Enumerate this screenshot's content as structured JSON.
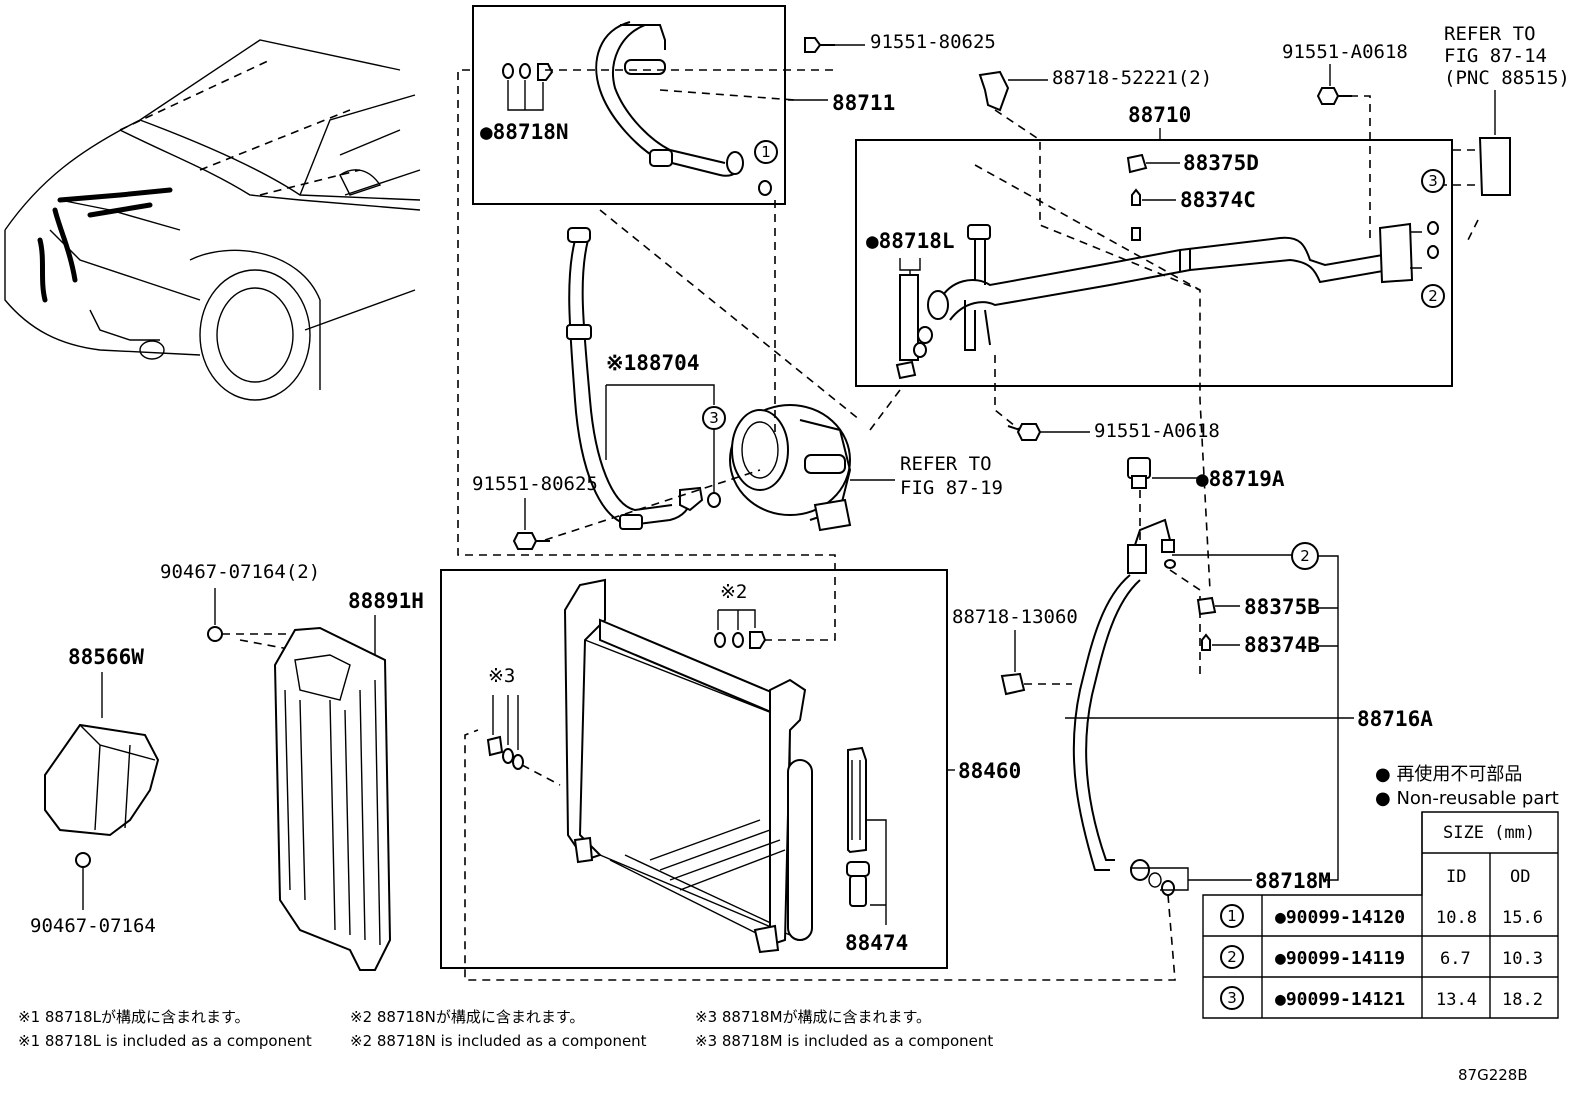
{
  "labels": {
    "p91551_80625_top": "91551-80625",
    "p88711": "88711",
    "p88718N": "88718N",
    "p88718_52221": "88718-52221(2)",
    "p91551_A0618_top": "91551-A0618",
    "refer_to_top_1": "REFER TO",
    "refer_to_top_2": "FIG 87-14",
    "refer_to_top_3": "(PNC 88515)",
    "p88710": "88710",
    "p88375D": "88375D",
    "p88374C": "88374C",
    "p88718L": "88718L",
    "p88704_mark": "※1",
    "p88704": "88704",
    "p91551_80625_mid": "91551-80625",
    "refer_to_mid_1": "REFER TO",
    "refer_to_mid_2": "FIG 87-19",
    "p91551_A0618_mid": "91551-A0618",
    "p88719A": "88719A",
    "p90467_07164_2": "90467-07164(2)",
    "p88891H": "88891H",
    "p88566W": "88566W",
    "p90467_07164": "90467-07164",
    "mark2": "※2",
    "mark3": "※3",
    "p88718_13060": "88718-13060",
    "p88375B": "88375B",
    "p88374B": "88374B",
    "p88716A": "88716A",
    "p88460": "88460",
    "p88474": "88474",
    "p88718M": "88718M",
    "circle1": "1",
    "circle2": "2",
    "circle3": "3",
    "fig_code": "87G228B"
  },
  "legend": {
    "jp": "再使用不可部品",
    "en": "Non-reusable part"
  },
  "size_table": {
    "header": "SIZE (mm)",
    "col_id": "ID",
    "col_od": "OD",
    "rows": [
      {
        "no": "1",
        "part": "90099-14120",
        "id": "10.8",
        "od": "15.6"
      },
      {
        "no": "2",
        "part": "90099-14119",
        "id": "6.7",
        "od": "10.3"
      },
      {
        "no": "3",
        "part": "90099-14121",
        "id": "13.4",
        "od": "18.2"
      }
    ]
  },
  "footnotes": {
    "n1_jp": "※1 88718Lが構成に含まれます。",
    "n1_en": "※1 88718L is included as a component",
    "n2_jp": "※2 88718Nが構成に含まれます。",
    "n2_en": "※2 88718N is included as a component",
    "n3_jp": "※3 88718Mが構成に含まれます。",
    "n3_en": "※3 88718M is included as a component"
  }
}
